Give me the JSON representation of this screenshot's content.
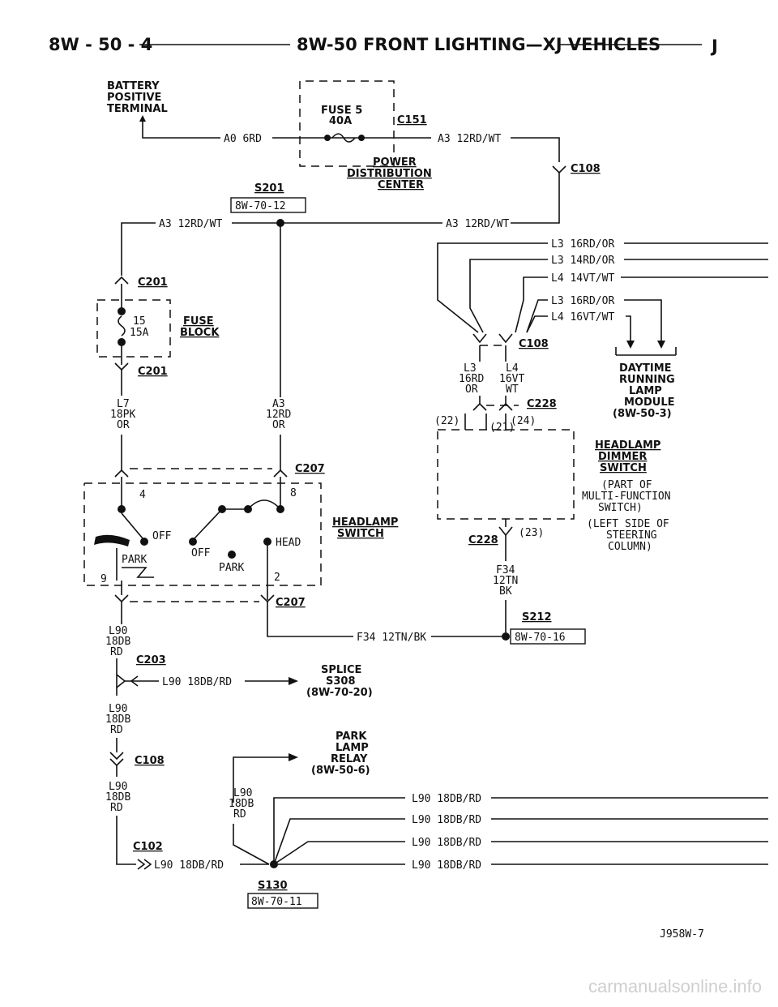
{
  "header": {
    "left": "8W - 50 - 4",
    "title": "8W-50 FRONT LIGHTING—XJ VEHICLES",
    "right": "J"
  },
  "labels": {
    "battery_1": "BATTERY",
    "battery_2": "POSITIVE",
    "battery_3": "TERMINAL",
    "fuse5_1": "FUSE 5",
    "fuse5_2": "40A",
    "c151": "C151",
    "a0_6rd": "A0 6RD",
    "a3_top": "A3 12RD/WT",
    "pdc_1": "POWER",
    "pdc_2": "DISTRIBUTION",
    "pdc_3": "CENTER",
    "s201": "S201",
    "ref_s201": "8W-70-12",
    "c108_top": "C108",
    "a3_left": "A3 12RD/WT",
    "a3_right": "A3 12RD/WT",
    "r1": "L3 16RD/OR",
    "r2": "L3 14RD/OR",
    "r3": "L4 14VT/WT",
    "r4": "L3 16RD/OR",
    "r5": "L4 16VT/WT",
    "c201_top": "C201",
    "c201_bot": "C201",
    "fuse15_1": "15",
    "fuse15_2": "15A",
    "fuseblock_1": "FUSE",
    "fuseblock_2": "BLOCK",
    "l7_1": "L7",
    "l7_2": "18PK",
    "l7_3": "OR",
    "a3v_1": "A3",
    "a3v_2": "12RD",
    "a3v_3": "OR",
    "c108_mid": "C108",
    "l3_1": "L3",
    "l3_2": "16RD",
    "l3_3": "OR",
    "l4_1": "L4",
    "l4_2": "16VT",
    "l4_3": "WT",
    "c228_top": "C228",
    "pin22": "(22)",
    "pin21": "(21)",
    "pin24": "(24)",
    "pin23": "(23)",
    "drl_1": "DAYTIME",
    "drl_2": "RUNNING",
    "drl_3": "LAMP",
    "drl_4": "MODULE",
    "drl_5": "(8W-50-3)",
    "hds_1": "HEADLAMP",
    "hds_2": "DIMMER",
    "hds_3": "SWITCH",
    "hds_4": "(PART OF",
    "hds_5": "MULTI-FUNCTION",
    "hds_6": "SWITCH)",
    "hds_7": "(LEFT SIDE OF",
    "hds_8": "STEERING",
    "hds_9": "COLUMN)",
    "c207_top": "C207",
    "c207_bot": "C207",
    "pin4": "4",
    "pin8": "8",
    "pin9": "9",
    "pin2": "2",
    "off_l": "OFF",
    "park_l": "PARK",
    "off_r": "OFF",
    "park_r": "PARK",
    "head": "HEAD",
    "hsw_1": "HEADLAMP",
    "hsw_2": "SWITCH",
    "c228_bot": "C228",
    "f34_1": "F34",
    "f34_2": "12TN",
    "f34_3": "BK",
    "s212": "S212",
    "f34_h": "F34 12TN/BK",
    "ref_s212": "8W-70-16",
    "l90a_1": "L90",
    "l90a_2": "18DB",
    "l90a_3": "RD",
    "c203": "C203",
    "l90_c203": "L90 18DB/RD",
    "splice_1": "SPLICE",
    "splice_2": "S308",
    "splice_3": "(8W-70-20)",
    "l90b_1": "L90",
    "l90b_2": "18DB",
    "l90b_3": "RD",
    "c108_bot": "C108",
    "relay_1": "PARK",
    "relay_2": "LAMP",
    "relay_3": "RELAY",
    "relay_4": "(8W-50-6)",
    "l90c_1": "L90",
    "l90c_2": "18DB",
    "l90c_3": "RD",
    "l90d_1": "L90",
    "l90d_2": "18DB",
    "l90d_3": "RD",
    "c102": "C102",
    "l90_bottom": "L90 18DB/RD",
    "o1": "L90 18DB/RD",
    "o2": "L90 18DB/RD",
    "o3": "L90 18DB/RD",
    "o4": "L90 18DB/RD",
    "s130": "S130",
    "ref_s130": "8W-70-11",
    "figure_id": "J958W-7"
  },
  "footer": "carmanualsonline.info"
}
